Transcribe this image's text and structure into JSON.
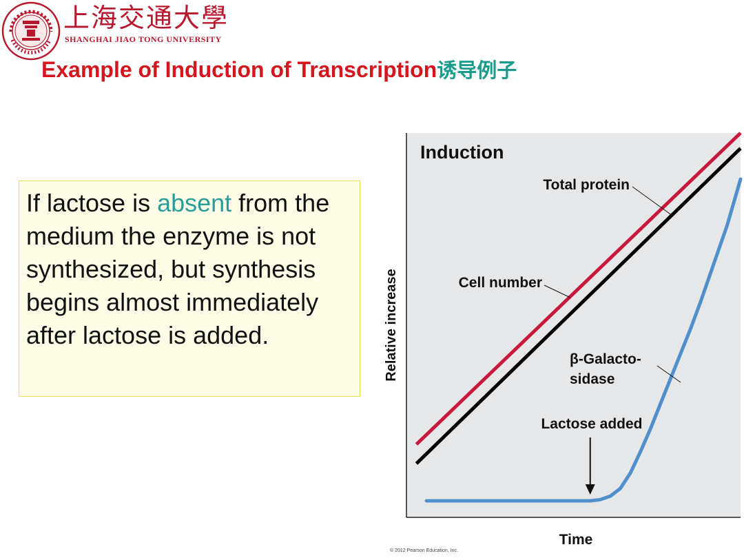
{
  "header": {
    "university_cn": "上海交通大學",
    "university_en": "SHANGHAI JIAO TONG UNIVERSITY",
    "logo_icon": "university-seal-icon"
  },
  "slide": {
    "title_en": "Example of Induction of Transcription",
    "title_cn": "诱导例子",
    "text_part1": "If lactose is ",
    "text_highlight": "absent",
    "text_part2": " from the medium the enzyme is not synthesized, but synthesis begins almost immediately after lactose is added."
  },
  "chart_data": {
    "type": "line",
    "title": "Induction",
    "xlabel": "Time",
    "ylabel": "Relative increase",
    "xlim": [
      0,
      100
    ],
    "ylim": [
      0,
      100
    ],
    "grid": false,
    "series": [
      {
        "name": "Total protein",
        "color": "#c8193c",
        "points": [
          [
            3,
            19
          ],
          [
            100,
            100
          ]
        ]
      },
      {
        "name": "Cell number",
        "color": "#000000",
        "points": [
          [
            3,
            14
          ],
          [
            100,
            96
          ]
        ]
      },
      {
        "name": "β-Galacto-sidase",
        "color": "#4f8fcb",
        "points": [
          [
            6,
            4.3
          ],
          [
            30,
            4.3
          ],
          [
            50,
            4.3
          ],
          [
            55,
            4.3
          ],
          [
            58,
            4.6
          ],
          [
            61,
            5.5
          ],
          [
            64,
            7.5
          ],
          [
            67,
            11.5
          ],
          [
            70,
            17
          ],
          [
            73,
            23
          ],
          [
            76,
            29.5
          ],
          [
            79,
            36
          ],
          [
            82,
            42.5
          ],
          [
            85,
            49
          ],
          [
            88,
            56
          ],
          [
            90,
            61
          ],
          [
            92,
            66
          ],
          [
            94,
            71
          ],
          [
            96,
            76
          ],
          [
            98,
            82
          ],
          [
            100,
            88
          ]
        ]
      }
    ],
    "annotations": {
      "total_protein": "Total protein",
      "cell_number": "Cell number",
      "galactosidase_line1": "β-Galacto-",
      "galactosidase_line2": "sidase",
      "lactose_added": "Lactose added"
    },
    "lactose_added_x": 55
  },
  "footer": {
    "copyright": "© 2012 Pearson Education, Inc."
  }
}
